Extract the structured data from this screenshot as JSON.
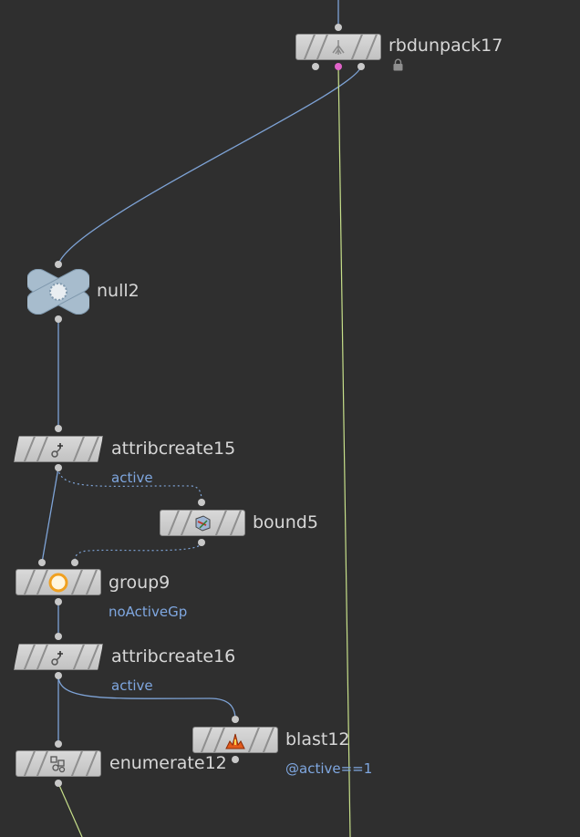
{
  "colors": {
    "background": "#2f2f2f",
    "wire": "#7ea3d6",
    "wire_green": "#c7e08a",
    "node_label": "#d7d7d7",
    "annotation": "#7fa7e0",
    "port": "#c8c8c8",
    "port_active": "#e063c8"
  },
  "nodes": {
    "rbdunpack17": {
      "name": "rbdunpack17",
      "icon": "rbd-unpack-icon",
      "flag": "lock-icon"
    },
    "null2": {
      "name": "null2",
      "icon": "null-icon"
    },
    "attribcreate15": {
      "name": "attribcreate15",
      "sub": "active",
      "icon": "attribcreate-icon"
    },
    "bound5": {
      "name": "bound5",
      "icon": "bound-icon"
    },
    "group9": {
      "name": "group9",
      "sub": "noActiveGp",
      "icon": "group-icon"
    },
    "attribcreate16": {
      "name": "attribcreate16",
      "sub": "active",
      "icon": "attribcreate-icon"
    },
    "blast12": {
      "name": "blast12",
      "sub": "@active==1",
      "icon": "blast-icon"
    },
    "enumerate12": {
      "name": "enumerate12",
      "icon": "enumerate-icon"
    }
  }
}
